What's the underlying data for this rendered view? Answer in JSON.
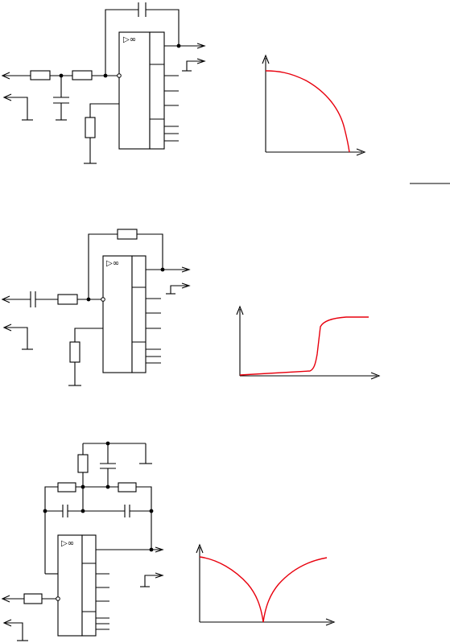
{
  "diagram": {
    "amp_symbol": "▷∞",
    "colors": {
      "wire": "#000000",
      "response_curve": "#e8000d",
      "background": "#ffffff"
    },
    "sections": [
      {
        "id": "lowpass",
        "response": "low-pass"
      },
      {
        "id": "highpass",
        "response": "high-pass"
      },
      {
        "id": "bandstop",
        "response": "notch"
      }
    ]
  }
}
